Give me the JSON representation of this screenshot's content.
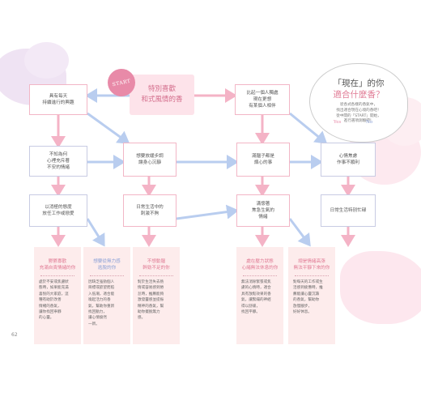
{
  "page_number": "62",
  "start_label": "START",
  "main_box": {
    "line1": "特別喜歡",
    "line2": "和式風情的香"
  },
  "intro": {
    "title_line1": "「現在」的你",
    "title_line2": "適合什麼香？",
    "description": "從各式各樣的香氣中，\n找出適合現在心境的香吧！\n從中間的「START」開始，\n進行選項測驗吧！",
    "legend_yes": "Yes",
    "legend_no": "No"
  },
  "nodes": {
    "n_daily": "具有每天\n持續進行的興趣",
    "n_compare": "比起一個人獨處\n現在更想\n有某個人相伴",
    "n_anxious": "不知為何\n心裡充斥著\n不安的情緒",
    "n_slow": "想要放緩步調\n讓身心沉靜",
    "n_full": "滿腦子都是\n煩心的事",
    "n_irritated": "心情焦慮\n作事不順利",
    "n_positive": "以消極的態度\n放任工作或戀愛",
    "n_stimulus": "日常生活中的\n刺激不夠",
    "n_tired": "滿懷著\n焦急生氣的\n情緒",
    "n_busy": "日常生活特別忙碌"
  },
  "results": [
    {
      "title": "鬱鬱寡歡\n充滿自責情緒的你",
      "title_color": "pink",
      "body": "處於不安或焦慮狀\n態時，如果能充滿\n喜悅的大家庭，這\n種有助於改善\n情緒的香氣，\n讓你找回寧靜\n的心靈。"
    },
    {
      "title": "想要從無力感\n逃脫的你",
      "title_color": "blue",
      "body": "因缺乏強勁個人\n目標或欲望而陷\n入低潮，適合能\n喚起活力的香\n氣，幫助你重新\n找回動力，\n讓心情煥然\n一新。"
    },
    {
      "title": "不想動腦\n幹勁不足的你",
      "title_color": "pink",
      "body": "對於生活失去熱\n情或容易感到倦\n怠時，推薦能夠\n激發靈感並提振\n精神的香氣，幫\n助你擺脫無力\n感。"
    },
    {
      "title": "處在壓力狀態\n心緒無法休息的你",
      "title_color": "pink",
      "body": "無法消除緊張或焦\n慮的心情時，適合\n具有放鬆效果的香\n氣，讓緊繃的神經\n得以舒緩，\n找回平靜。"
    },
    {
      "title": "總是情緒高漲\n無法平靜下來的你",
      "title_color": "pink",
      "body": "對每天的工作或生\n活感到疲憊時，推\n薦能讓心靈沉澱\n的香氣，幫助你\n放慢腳步，\n好好休息。"
    }
  ],
  "colors": {
    "yes_arrow": "#f4b3c6",
    "no_arrow": "#b9cdef",
    "accent_pink": "#e07a94",
    "accent_blue": "#8aa0d6"
  }
}
